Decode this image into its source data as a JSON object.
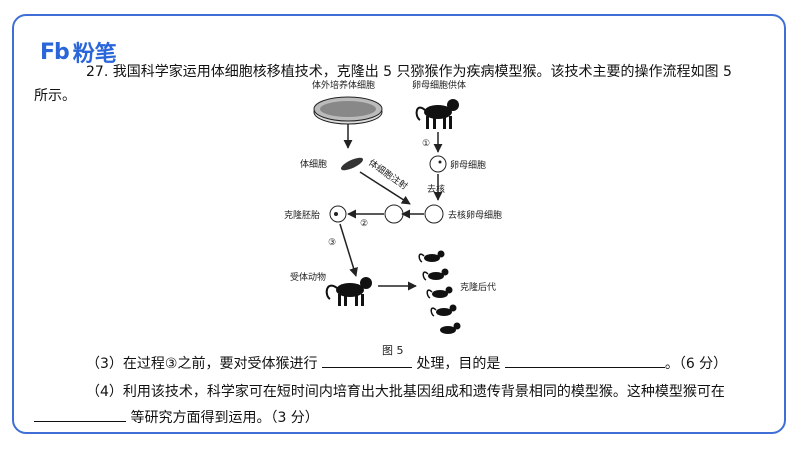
{
  "logo": {
    "mark": "Fb",
    "name": "粉笔"
  },
  "question": {
    "line1": "27. 我国科学家运用体细胞核移植技术，克隆出 5 只猕猴作为疾病模型猴。该技术主要的操作流程如图 5",
    "line2": "所示。"
  },
  "figure": {
    "labels": {
      "culture": "体外培养体细胞",
      "donor": "卵母细胞供体",
      "somatic": "体细胞",
      "injection": "体细胞注射",
      "oocyte": "卵母细胞",
      "enucleate": "去核",
      "enucleated_oocyte": "去核卵母细胞",
      "embryo": "克隆胚胎",
      "recipient": "受体动物",
      "offspring": "克隆后代",
      "step1": "①",
      "step2": "②",
      "step3": "③"
    },
    "caption": "图 5"
  },
  "sub_questions": [
    {
      "part_a": "（3）在过程③之前，要对受体猴进行 ",
      "part_b": " 处理，目的是 ",
      "part_c": "。（6 分）"
    },
    {
      "line1": "（4）利用该技术，科学家可在短时间内培育出大批基因组成和遗传背景相同的模型猴。这种模型猴可在",
      "line2": " 等研究方面得到运用。（3 分）"
    }
  ]
}
